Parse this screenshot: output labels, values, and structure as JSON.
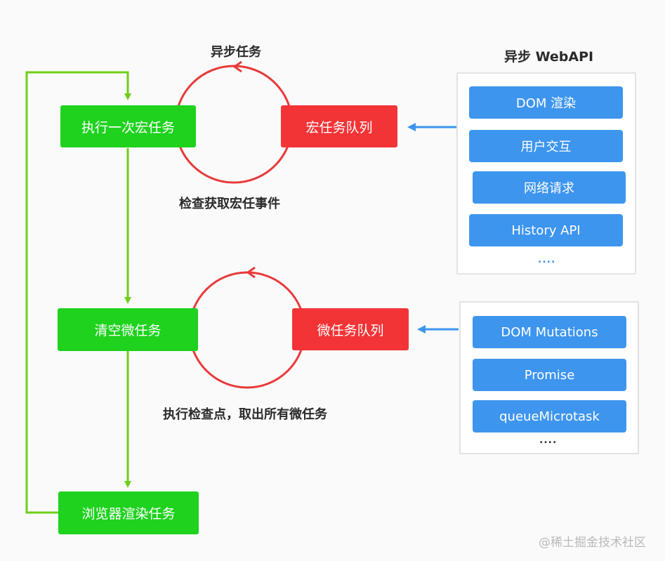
{
  "colors": {
    "green": "#1ed21e",
    "red": "#f23437",
    "blue": "#3d95ee",
    "line_green": "#6fcf18",
    "circle_red": "#e83a3a"
  },
  "macro": {
    "execute_label": "执行一次宏任务",
    "queue_label": "宏任务队列",
    "cycle_top_label": "异步任务",
    "cycle_bottom_label": "检查获取宏任事件"
  },
  "micro": {
    "clear_label": "清空微任务",
    "queue_label": "微任务队列",
    "cycle_bottom_label": "执行检查点，取出所有微任务"
  },
  "render": {
    "label": "浏览器渲染任务"
  },
  "webapi": {
    "title": "异步 WebAPI",
    "macro_sources": [
      "DOM 渲染",
      "用户交互",
      "网络请求",
      "History API"
    ],
    "macro_more": "....",
    "micro_sources": [
      "DOM Mutations",
      "Promise",
      "queueMicrotask"
    ],
    "micro_more": "...."
  },
  "watermark": "@稀土掘金技术社区"
}
